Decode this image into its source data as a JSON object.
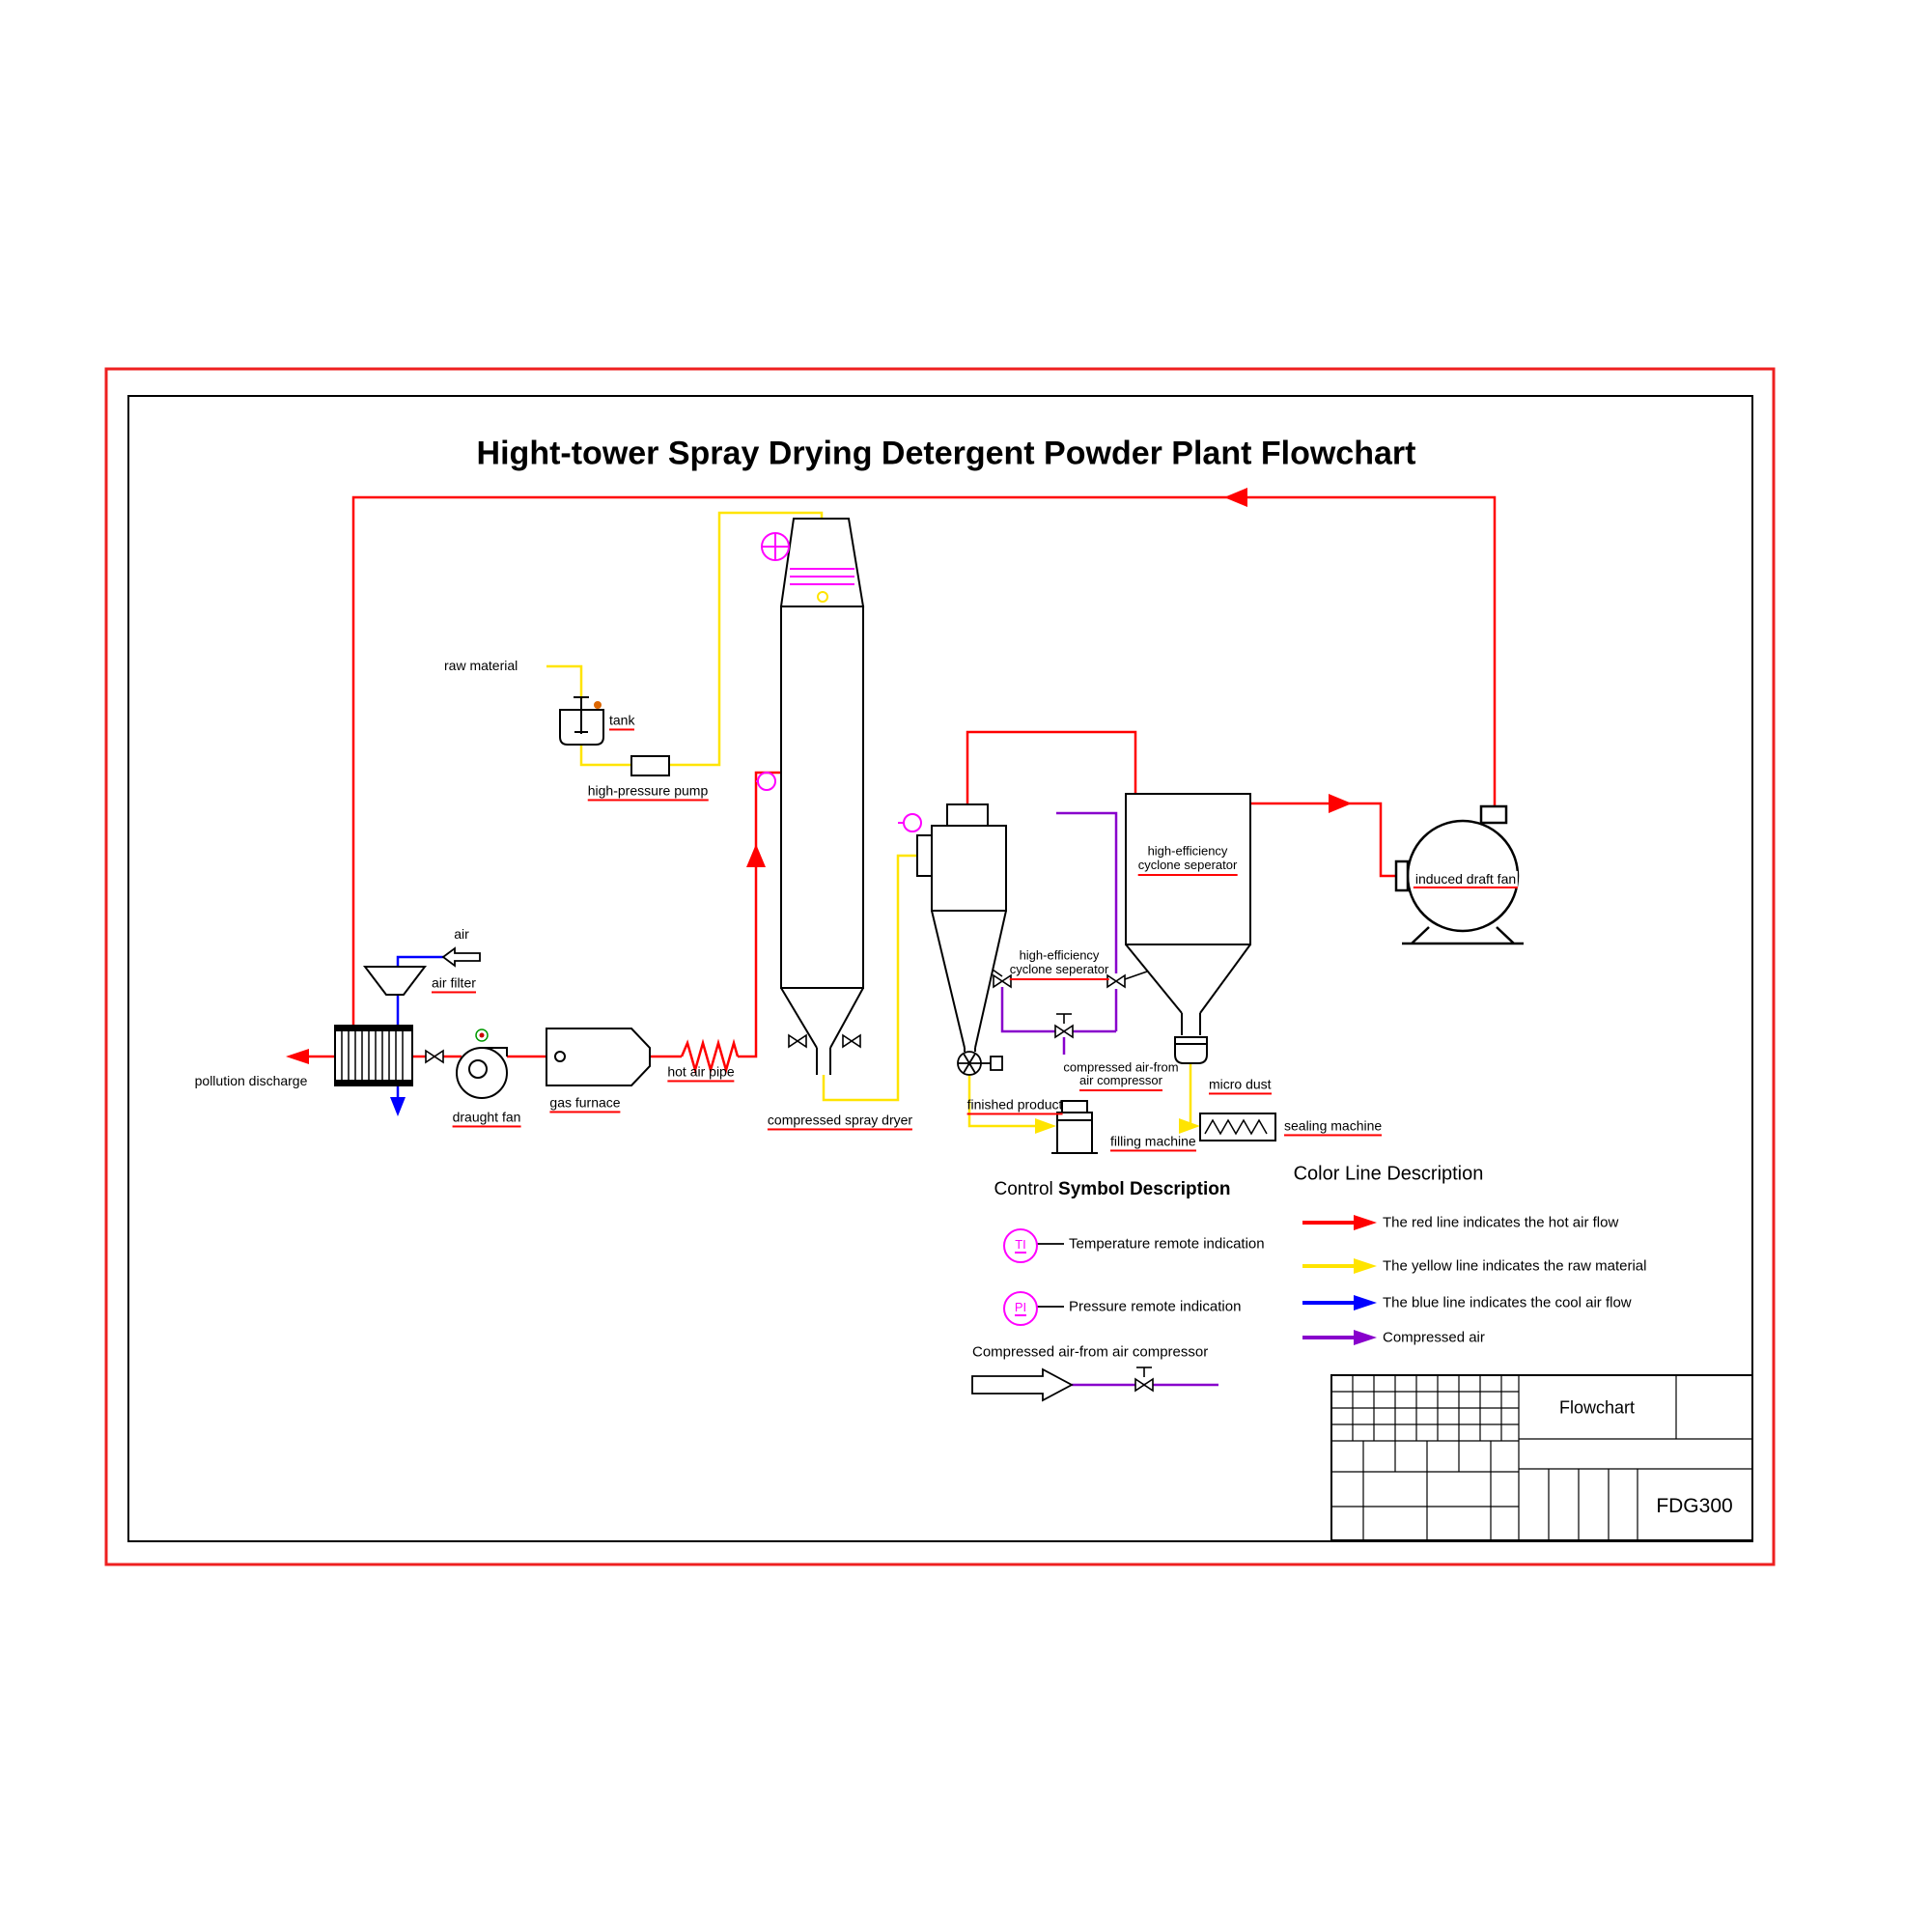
{
  "title": "Hight-tower Spray Drying Detergent Powder Plant Flowchart",
  "equipment_labels": {
    "raw_material": "raw material",
    "tank": "tank",
    "high_pressure_pump": "high-pressure pump",
    "air": "air",
    "air_filter": "air filter",
    "pollution_discharge": "pollution discharge",
    "draught_fan": "draught fan",
    "gas_furnace": "gas furnace",
    "hot_air_pipe": "hot air pipe",
    "compressed_spray_dryer": "compressed spray dryer",
    "cyclone_line1": "high-efficiency",
    "cyclone_line2": "cyclone seperator",
    "induced_draft_fan": "induced draft fan",
    "finished_product": "finished product",
    "filling_machine": "filling machine",
    "micro_dust": "micro dust",
    "sealing_machine": "sealing machine",
    "compressed_air_line1": "compressed air-from",
    "compressed_air_line2": "air compressor"
  },
  "control_symbols": {
    "title_prefix": "Control ",
    "title_main": "Symbol Description",
    "temperature_tag": "TI",
    "pressure_tag": "PI",
    "temperature": "Temperature remote indication",
    "pressure": "Pressure remote indication",
    "compressed_air": "Compressed air-from air compressor"
  },
  "legend": {
    "title": "Color Line Description",
    "items": [
      {
        "name": "hot-air",
        "color": "#ff0000",
        "text": "The red line indicates the hot air flow"
      },
      {
        "name": "raw-material",
        "color": "#ffe400",
        "text": "The yellow line indicates the raw material"
      },
      {
        "name": "cool-air",
        "color": "#0000ff",
        "text": "The blue line indicates the cool air flow"
      },
      {
        "name": "compressed-air",
        "color": "#8800cc",
        "text": "Compressed air"
      }
    ]
  },
  "title_block": {
    "name": "Flowchart",
    "model": "FDG300"
  },
  "colors": {
    "hot_air": "#ff0000",
    "raw_material": "#ffe400",
    "cool_air": "#0000ff",
    "compressed_air": "#8800cc",
    "instrument": "#ff00ff",
    "frame": "#ee2020"
  }
}
